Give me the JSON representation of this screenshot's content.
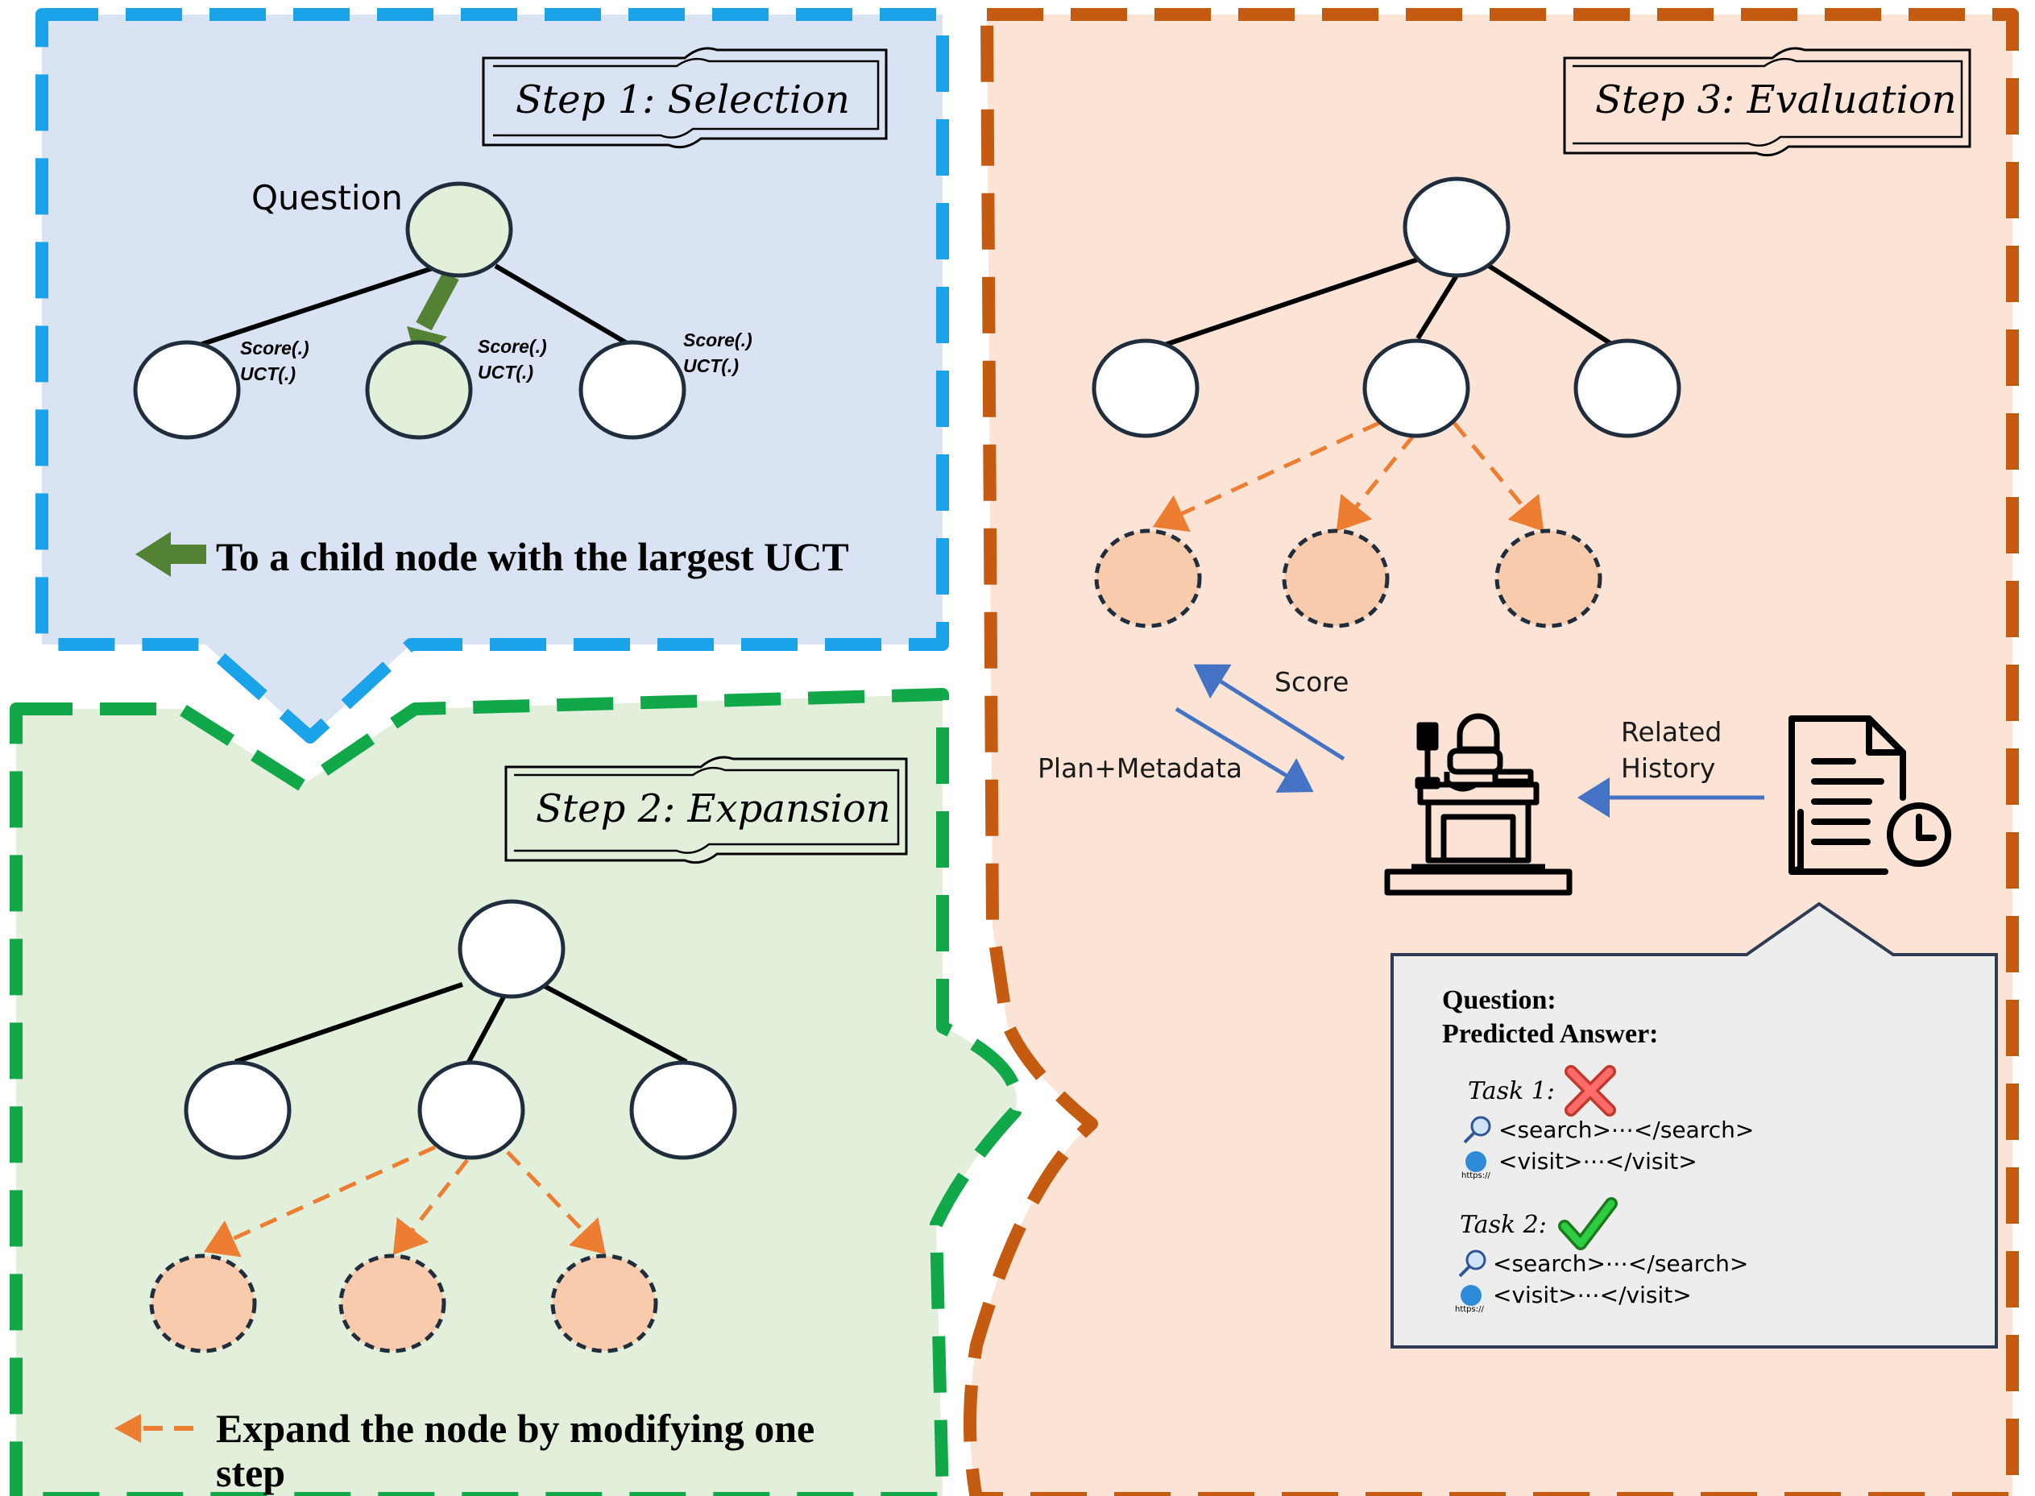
{
  "colors": {
    "blue_panel_fill": "#dae3f3",
    "blue_border": "#1aa3e8",
    "green_panel_fill": "#e2efda",
    "green_border": "#11a84a",
    "orange_panel_fill": "#fbe4d5",
    "orange_border": "#c55a11",
    "selected_node": "#e2efd9",
    "expanded_node": "#f8cbad",
    "green_arrow": "#548235",
    "orange_arrow": "#ed7d31",
    "blue_arrow": "#4472c4",
    "answer_box": "#ededed"
  },
  "step1": {
    "title": "Step 1:  Selection",
    "root_label": "Question",
    "child_labels": [
      {
        "score": "Score(.)",
        "uct": "UCT(.)"
      },
      {
        "score": "Score(.)",
        "uct": "UCT(.)"
      },
      {
        "score": "Score(.)",
        "uct": "UCT(.)"
      }
    ],
    "legend_text": "To a child node with the largest UCT"
  },
  "step2": {
    "title": "Step 2:  Expansion",
    "legend_text_line1": "Expand the node by modifying one",
    "legend_text_line2": "step"
  },
  "step3": {
    "title": "Step 3:  Evaluation",
    "score_label": "Score",
    "plan_label": "Plan+Metadata",
    "related_label_line1": "Related",
    "related_label_line2": "History",
    "icons": [
      "judge-desk-icon",
      "document-clock-icon"
    ],
    "answer_box": {
      "question_label": "Question:",
      "predicted_label": "Predicted Answer:",
      "tasks": [
        {
          "label": "Task 1:",
          "status": "wrong",
          "search": "<search>⋯</search>",
          "visit": "<visit>⋯</visit>"
        },
        {
          "label": "Task 2:",
          "status": "correct",
          "search": "<search>⋯</search>",
          "visit": "<visit>⋯</visit>"
        }
      ],
      "https_badge": "https://"
    }
  }
}
